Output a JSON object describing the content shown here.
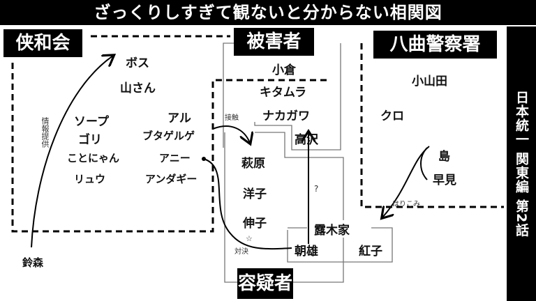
{
  "title": "ざっくりしすぎて観ないと分からない相関図",
  "side_caption": {
    "series": "日本統一",
    "arc": "関東編",
    "episode": "第2話"
  },
  "groups": {
    "kyowakai": {
      "label": "侠和会",
      "members": [
        "ボス",
        "山さん",
        "ソープ",
        "ゴリ",
        "ことにゃん",
        "リュウ",
        "アル",
        "ブタゲルゲ",
        "アニー",
        "アンダギー"
      ]
    },
    "victims": {
      "label": "被害者",
      "members": [
        "小倉",
        "キタムラ",
        "ナカガワ",
        "高沢"
      ]
    },
    "police": {
      "label": "八曲警察署",
      "members": [
        "小山田",
        "クロ",
        "島",
        "早見"
      ]
    },
    "suspects": {
      "label": "容疑者",
      "members": [
        "萩原",
        "洋子",
        "伸子"
      ]
    },
    "tsuyuki": {
      "label": "露木家",
      "members": [
        "朝雄",
        "紅子"
      ]
    }
  },
  "outsider": "鈴森",
  "notes": {
    "info": "情報提供",
    "contact": "接触",
    "question": "?",
    "stakeout": "はりこみ",
    "confront": "対決",
    "star": "☆"
  }
}
